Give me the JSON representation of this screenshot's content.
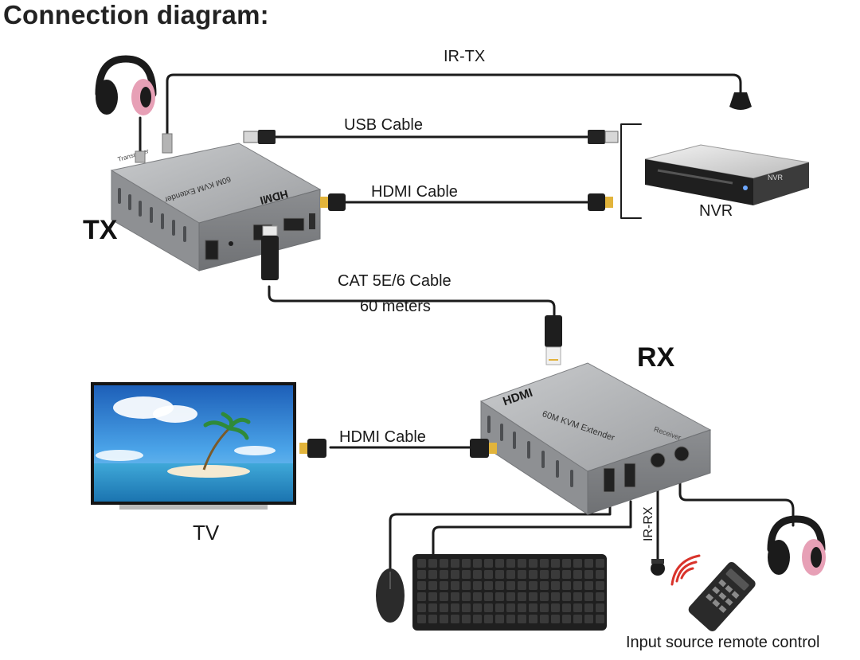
{
  "title": "Connection diagram:",
  "labels": {
    "ir_tx": "IR-TX",
    "usb_cable": "USB Cable",
    "hdmi_cable_top": "HDMI Cable",
    "nvr": "NVR",
    "tx": "TX",
    "cat_cable": "CAT 5E/6 Cable",
    "cat_length": "60 meters",
    "rx": "RX",
    "hdmi_cable_bottom": "HDMI Cable",
    "tv": "TV",
    "ir_rx": "IR-RX",
    "remote": "Input source remote control"
  },
  "devices": {
    "tx_logo": "HDMI",
    "tx_face": "60M KVM Extender",
    "tx_side": "Transmitter",
    "rx_logo": "HDMI",
    "rx_face": "60M KVM Extender",
    "rx_side": "Receiver",
    "nvr_brand": "NVR"
  },
  "colors": {
    "cable": "#1b1b1b",
    "device_body": "#a9abad",
    "headphone_pink": "#e7a0b6",
    "sky": "#2f87d6"
  }
}
